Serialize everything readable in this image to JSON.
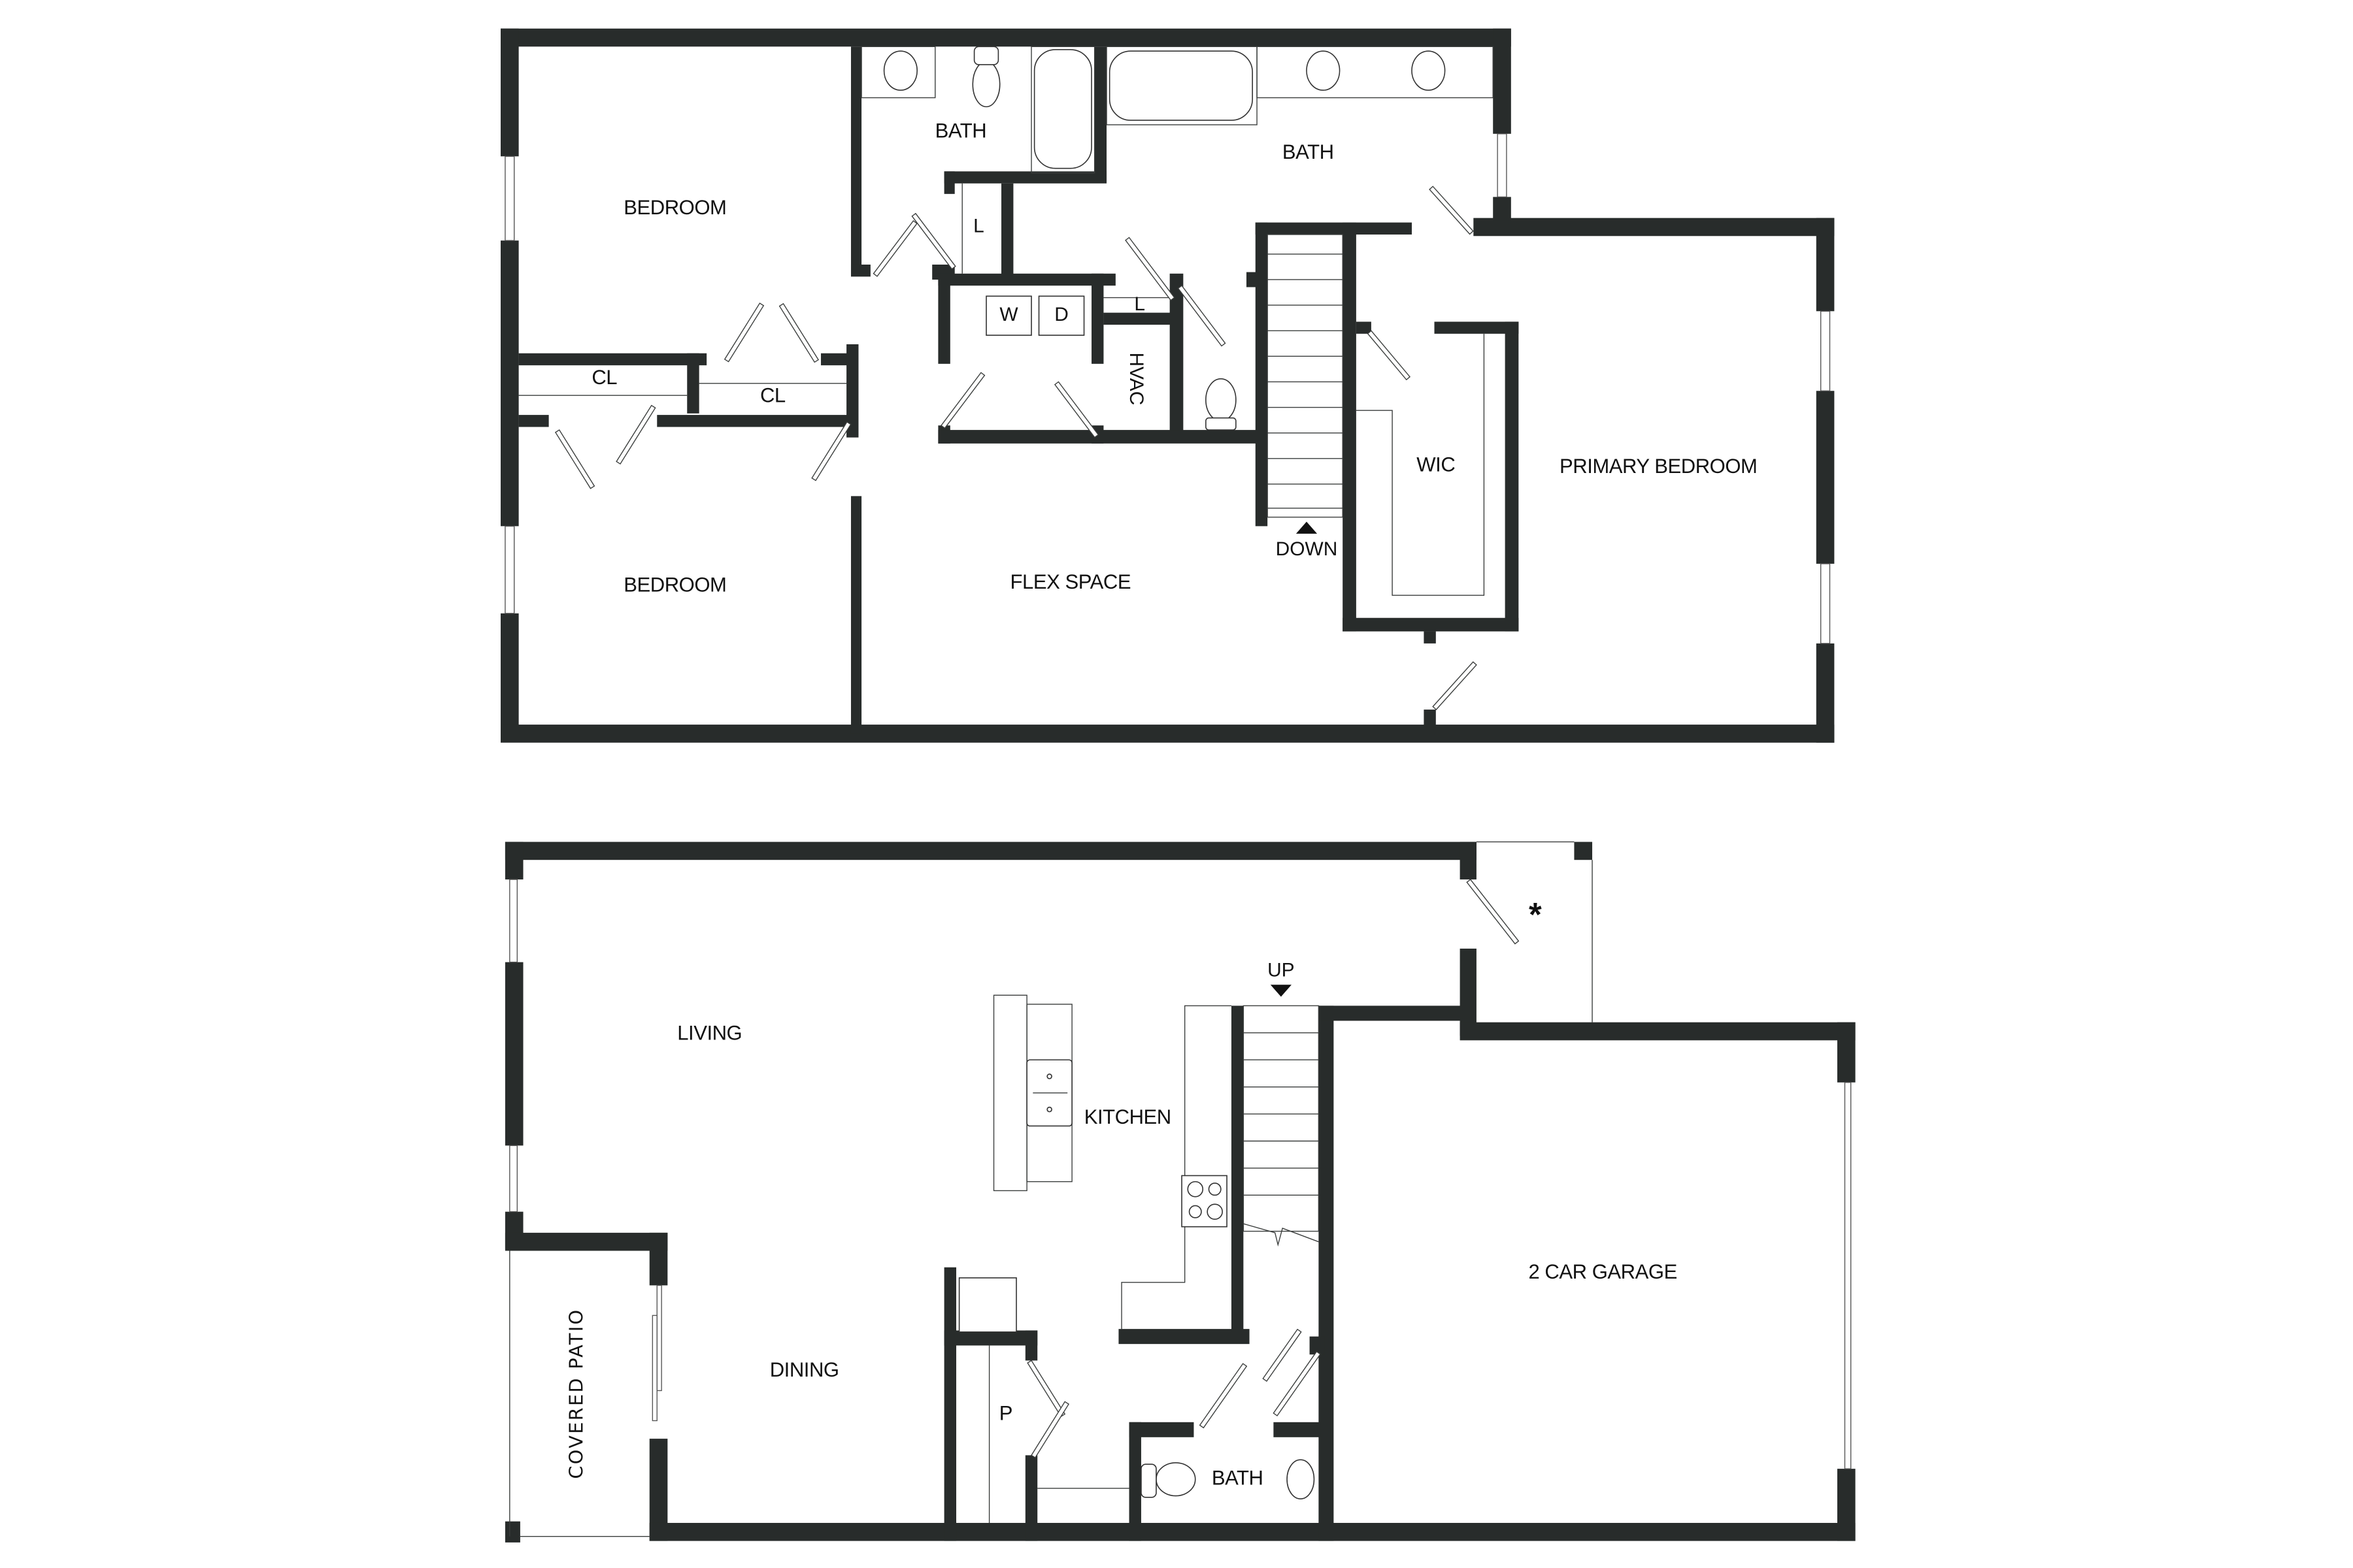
{
  "plan": {
    "wall_color": "#282c2b",
    "background": "#ffffff",
    "upper_floor": {
      "rooms": {
        "bedroom_1": "BEDROOM",
        "bedroom_2": "BEDROOM",
        "bath_hall": "BATH",
        "bath_primary": "BATH",
        "closet_1": "CL",
        "closet_2": "CL",
        "linen_1": "L",
        "linen_2": "L",
        "washer": "W",
        "dryer": "D",
        "hvac": "HVAC",
        "flex_space": "FLEX SPACE",
        "wic": "WIC",
        "primary_bedroom": "PRIMARY BEDROOM"
      },
      "stairs_label": "DOWN"
    },
    "lower_floor": {
      "rooms": {
        "living": "LIVING",
        "kitchen": "KITCHEN",
        "dining": "DINING",
        "covered_patio": "COVERED PATIO",
        "pantry": "P",
        "half_bath": "BATH",
        "garage": "2 CAR GARAGE"
      },
      "stairs_label": "UP",
      "entry_marker": "*"
    }
  }
}
